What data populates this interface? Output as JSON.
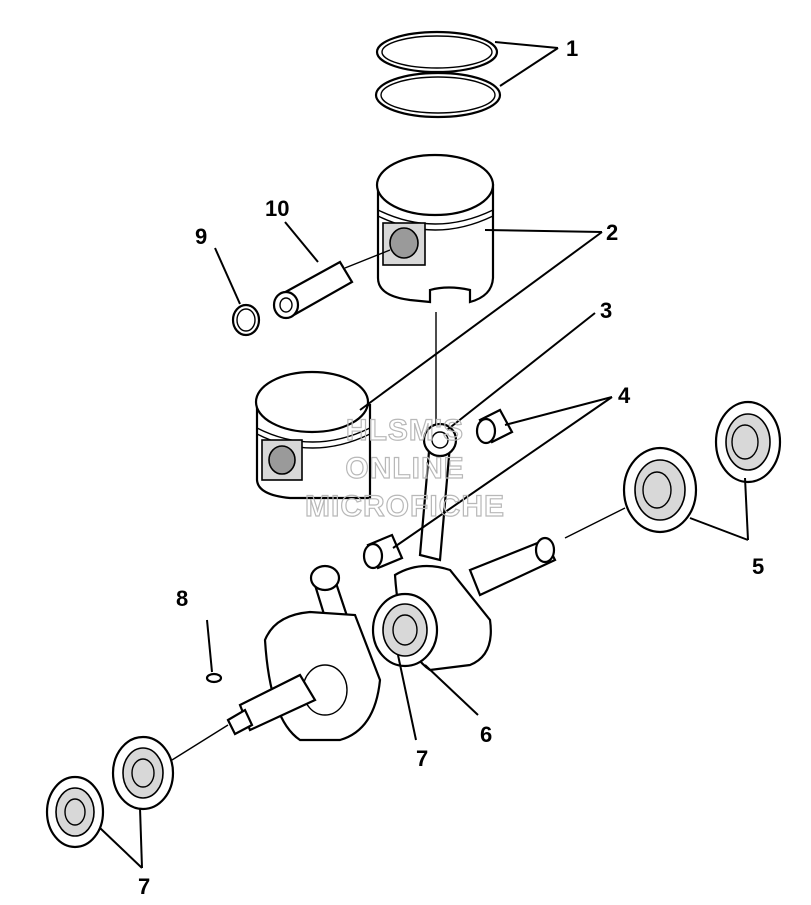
{
  "callouts": {
    "c1": "1",
    "c2": "2",
    "c3": "3",
    "c4": "4",
    "c5": "5",
    "c6": "6",
    "c7a": "7",
    "c7b": "7",
    "c8": "8",
    "c9": "9",
    "c10": "10"
  },
  "watermark": {
    "line1": "HLSM'S",
    "line2": "ONLINE",
    "line3": "MICROFICHE"
  }
}
